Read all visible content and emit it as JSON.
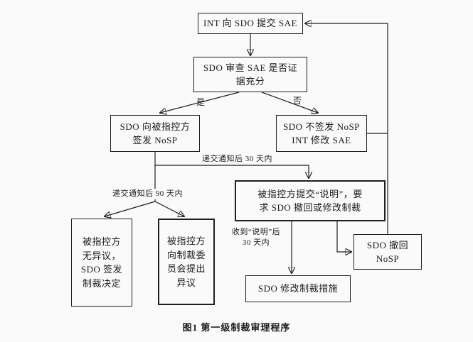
{
  "figure": {
    "caption": "图1  第一级制裁审理程序"
  },
  "nodes": {
    "submit_sae": "INT 向 SDO 提交 SAE",
    "review_sae": "SDO 审查 SAE 是否证\n据充分",
    "issue_nosp": "SDO 向被指控方\n签发 NoSP",
    "not_issue_nosp": "SDO 不签发 NoSP\nINT 修改  SAE",
    "statement": "被指控方提交“说明”，要\n求 SDO 撤回或修改制裁",
    "no_objection": "被指控方\n无异议，\nSDO 签发\n制裁决定",
    "objection": "被指控方\n向制裁委\n员会提出\n异议",
    "modify": "SDO 修改制裁措施",
    "withdraw": "SDO 撤回\nNoSP"
  },
  "labels": {
    "yes": "是",
    "no": "否",
    "within_30_days": "递交通知后 30 天内",
    "within_90_days": "递交通知后 90 天内",
    "after_statement": "收到“说明”后\n30 天内"
  }
}
